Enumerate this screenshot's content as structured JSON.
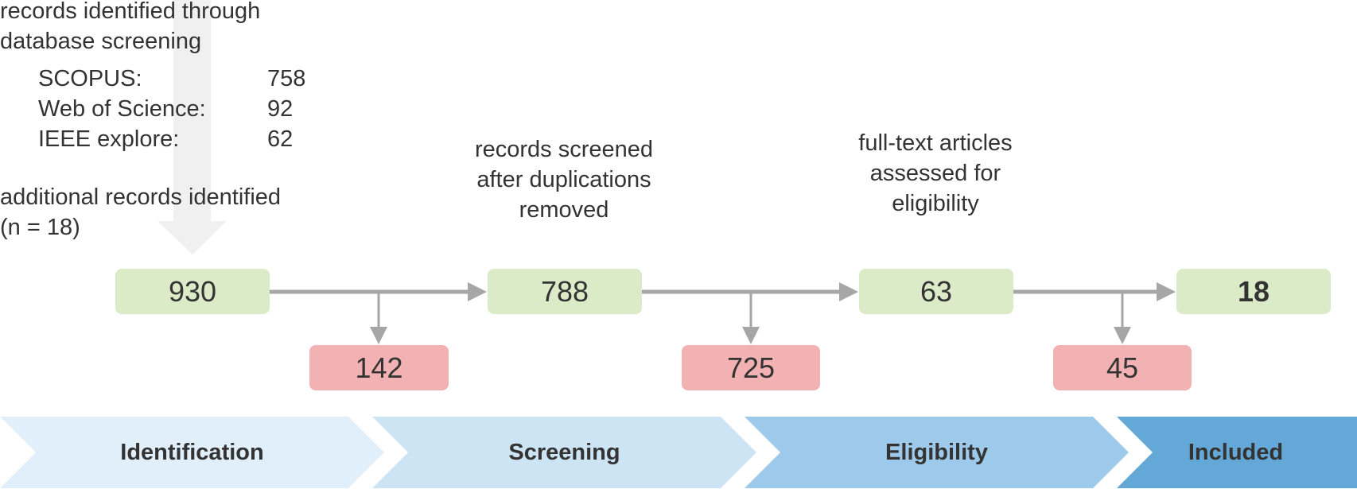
{
  "colors": {
    "included_box": "#dbebc8",
    "excluded_box": "#f2b1b3",
    "arrow": "#a6a6a6",
    "background_arrow": "#f0f0f0",
    "stage_1": "#e0eff9",
    "stage_2": "#cde4f4",
    "stage_3": "#9dcaea",
    "stage_4": "#64a8d7"
  },
  "sources": {
    "heading_line1": "records identified through",
    "heading_line2": "database screening",
    "databases": [
      {
        "name": "SCOPUS:",
        "count": "758"
      },
      {
        "name": "Web of Science:",
        "count": "92"
      },
      {
        "name": "IEEE explore:",
        "count": "62"
      }
    ],
    "additional_line1": "additional records identified",
    "additional_line2": "(n = 18)"
  },
  "captions": {
    "screened": [
      "records screened",
      "after duplications",
      "removed"
    ],
    "fulltext": [
      "full-text articles",
      "assessed for",
      "eligibility"
    ]
  },
  "flow": {
    "identified": "930",
    "excluded_1": "142",
    "screened": "788",
    "excluded_2": "725",
    "eligible": "63",
    "excluded_3": "45",
    "included": "18"
  },
  "stages": [
    "Identification",
    "Screening",
    "Eligibility",
    "Included"
  ]
}
